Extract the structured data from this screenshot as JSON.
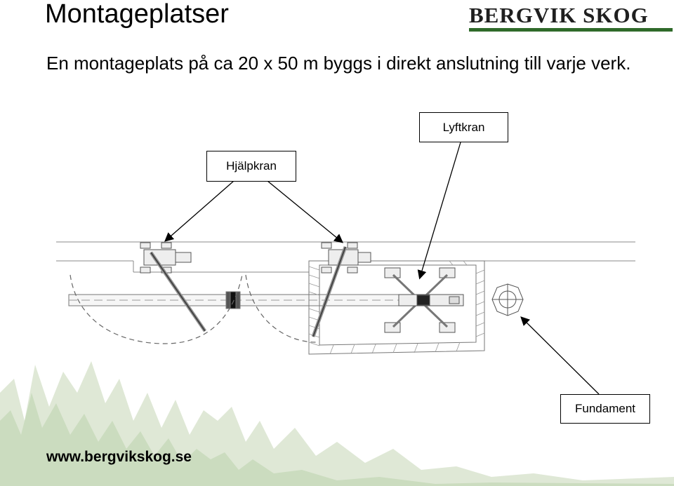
{
  "title": "Montageplatser",
  "logo": {
    "text": "BERGVIK SKOG",
    "brand_color": "#2f6a2a"
  },
  "body_text": "En montageplats på ca 20 x 50 m byggs i direkt anslutning till varje verk.",
  "labels": {
    "lyftkran": "Lyftkran",
    "hjalpkran": "Hjälpkran",
    "fundament": "Fundament"
  },
  "footer": {
    "url": "www.bergvikskog.se"
  }
}
